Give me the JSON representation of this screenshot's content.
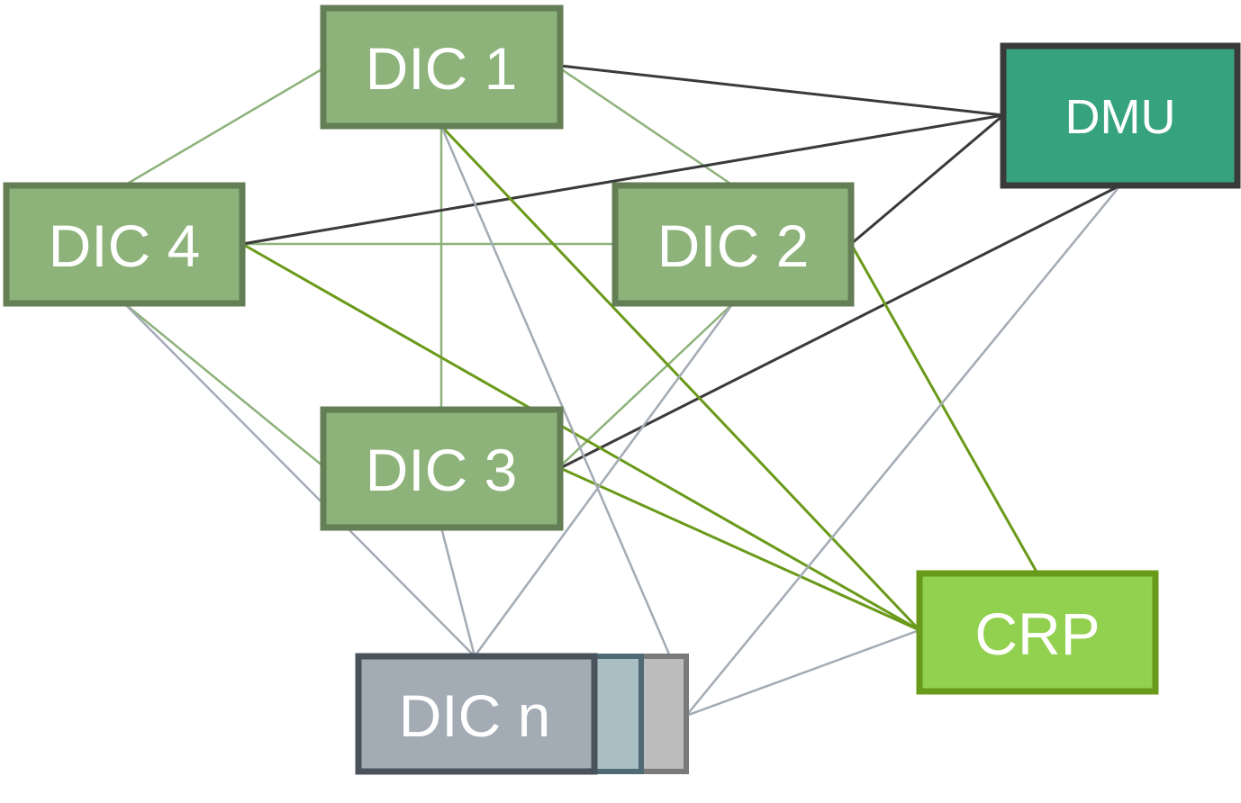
{
  "nodes": {
    "dic1": {
      "label": "DIC 1"
    },
    "dic2": {
      "label": "DIC 2"
    },
    "dic3": {
      "label": "DIC 3"
    },
    "dic4": {
      "label": "DIC 4"
    },
    "dicn": {
      "label": "DIC n"
    },
    "dmu": {
      "label": "DMU"
    },
    "crp": {
      "label": "CRP"
    }
  },
  "colors": {
    "dic_fill": "#8db27a",
    "dic_border": "#647f55",
    "dmu_fill": "#37a37e",
    "dmu_border": "#3a3a3a",
    "crp_fill": "#92d050",
    "crp_border": "#6a9a1a",
    "dicn_fill": "#a3abb5",
    "dicn_border": "#4a535c",
    "dicn_stack_teal": "#a9bfc3",
    "dicn_stack_gray": "#bcbcbc",
    "edge_dic": "#8db27a",
    "edge_dmu": "#3a3a3a",
    "edge_crp": "#6a9a1a",
    "edge_dicn": "#a3abb5"
  },
  "edges": [
    {
      "from": "dic1",
      "to": "dic4",
      "kind": "dic"
    },
    {
      "from": "dic1",
      "to": "dic2",
      "kind": "dic"
    },
    {
      "from": "dic1",
      "to": "dic3",
      "kind": "dic"
    },
    {
      "from": "dic4",
      "to": "dic2",
      "kind": "dic"
    },
    {
      "from": "dic4",
      "to": "dic3",
      "kind": "dic"
    },
    {
      "from": "dic2",
      "to": "dic3",
      "kind": "dic"
    },
    {
      "from": "dic1",
      "to": "dmu",
      "kind": "dmu"
    },
    {
      "from": "dic4",
      "to": "dmu",
      "kind": "dmu"
    },
    {
      "from": "dic2",
      "to": "dmu",
      "kind": "dmu"
    },
    {
      "from": "dic3",
      "to": "dmu",
      "kind": "dmu"
    },
    {
      "from": "dic1",
      "to": "crp",
      "kind": "crp"
    },
    {
      "from": "dic4",
      "to": "crp",
      "kind": "crp"
    },
    {
      "from": "dic2",
      "to": "crp",
      "kind": "crp"
    },
    {
      "from": "dic3",
      "to": "crp",
      "kind": "crp"
    },
    {
      "from": "dic4",
      "to": "dicn",
      "kind": "dicn"
    },
    {
      "from": "dic3",
      "to": "dicn",
      "kind": "dicn"
    },
    {
      "from": "dic2",
      "to": "dicn",
      "kind": "dicn"
    },
    {
      "from": "dic1",
      "to": "dicn",
      "kind": "dicn"
    },
    {
      "from": "dmu",
      "to": "dicn",
      "kind": "dicn"
    },
    {
      "from": "crp",
      "to": "dicn",
      "kind": "dicn"
    }
  ]
}
